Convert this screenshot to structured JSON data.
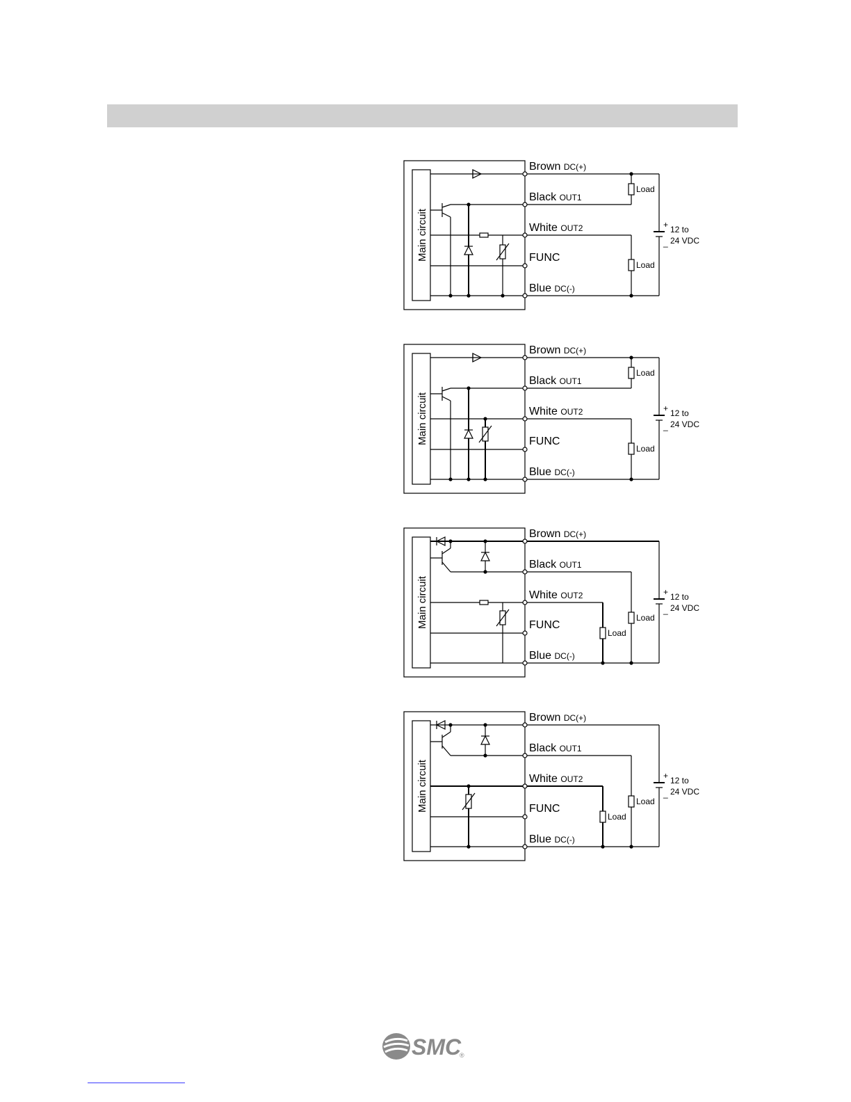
{
  "header": {
    "title": ""
  },
  "wire_labels": {
    "brown": "Brown",
    "brown_sub": "DC(+)",
    "black": "Black",
    "black_sub": "OUT1",
    "white": "White",
    "white_sub": "OUT2",
    "func": "FUNC",
    "blue": "Blue",
    "blue_sub": "DC(-)"
  },
  "common": {
    "main_circuit": "Main circuit",
    "load": "Load",
    "supply_line1": "12 to",
    "supply_line2": "24 VDC",
    "plus": "+",
    "minus": "_"
  },
  "footer": {
    "logo_text": "SMC",
    "registered": "®"
  }
}
